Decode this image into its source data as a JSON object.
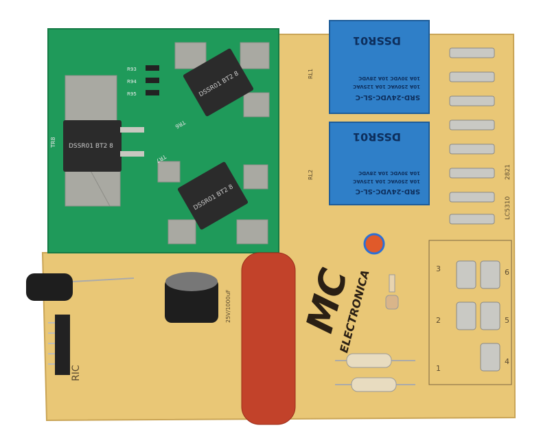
{
  "colors": {
    "green_board": "#1f9a5a",
    "yellow_board": "#e9c776",
    "relay_blue": "#2f7fc8",
    "capacitor_red": "#c2422a",
    "pad_silver": "#a9a9a2"
  },
  "relays": [
    {
      "ref": "RL1",
      "brand": "DSSR01",
      "model": "SRD-24VDC-SL-C",
      "rating1": "10A 250VAC 10A 125VAC",
      "rating2": "10A 30VDC 10A 28VDC"
    },
    {
      "ref": "RL2",
      "brand": "DSSR01",
      "model": "SRD-24VDC-SL-C",
      "rating1": "10A 250VAC 10A 125VAC",
      "rating2": "10A 30VDC 10A 28VDC"
    }
  ],
  "transistors": [
    {
      "ref": "TR8",
      "marking": "DSSR01 BT2 8"
    },
    {
      "ref": "TR6",
      "marking": "DSSR01 BT2 8"
    },
    {
      "ref": "TR7",
      "marking": "DSSR01 BT2 8"
    }
  ],
  "resistors": [
    "R93",
    "R94",
    "R95"
  ],
  "capacitor_label": "25V/1000uF",
  "logo": {
    "mark": "MC",
    "text": "ELECTRONICA"
  },
  "board_code": "LC5310",
  "board_number": "2821",
  "connector_pins": [
    "1",
    "2",
    "3",
    "4",
    "5",
    "6"
  ],
  "partial_label": "RIC"
}
